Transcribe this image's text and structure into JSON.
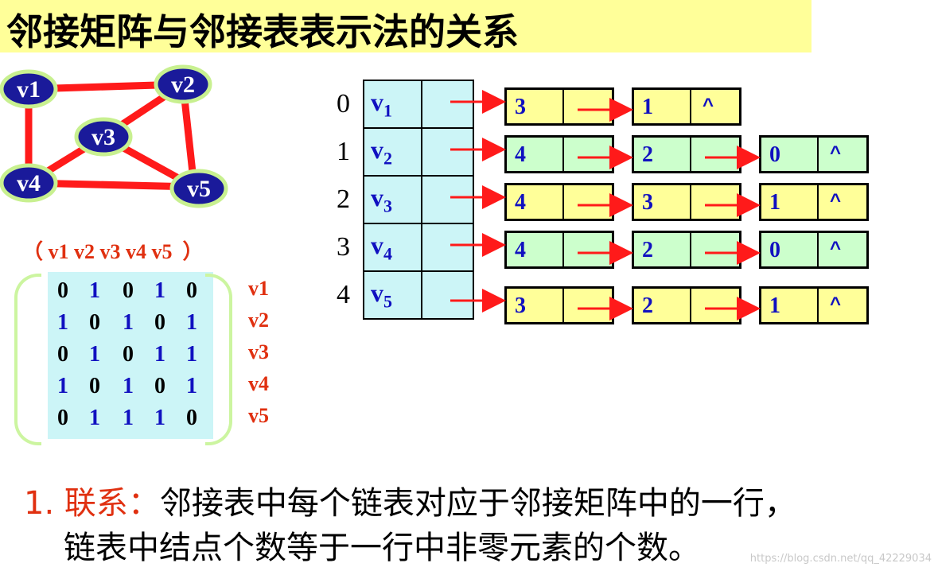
{
  "title": "邻接矩阵与邻接表表示法的关系",
  "graph": {
    "vertices": [
      "v1",
      "v2",
      "v3",
      "v4",
      "v5"
    ]
  },
  "matrix": {
    "column_header": "（ v1 v2 v3 v4 v5  ）",
    "row_labels": [
      "v1",
      "v2",
      "v3",
      "v4",
      "v5"
    ],
    "rows": [
      [
        "0",
        "1",
        "0",
        "1",
        "0"
      ],
      [
        "1",
        "0",
        "1",
        "0",
        "1"
      ],
      [
        "0",
        "1",
        "0",
        "1",
        "1"
      ],
      [
        "1",
        "0",
        "1",
        "0",
        "1"
      ],
      [
        "0",
        "1",
        "1",
        "1",
        "0"
      ]
    ]
  },
  "adjacency_list": {
    "indices": [
      "0",
      "1",
      "2",
      "3",
      "4"
    ],
    "vertex_letter": "v",
    "vertex_subscripts": [
      "1",
      "2",
      "3",
      "4",
      "5"
    ],
    "chains": [
      [
        "3",
        "1"
      ],
      [
        "4",
        "2",
        "0"
      ],
      [
        "4",
        "3",
        "1"
      ],
      [
        "4",
        "2",
        "0"
      ],
      [
        "3",
        "2",
        "1"
      ]
    ],
    "null_symbol": "^"
  },
  "note": {
    "number": "1.",
    "label": "联系：",
    "line1": "邻接表中每个链表对应于邻接矩阵中的一行，",
    "line2": "链表中结点个数等于一行中非零元素的个数。"
  },
  "watermark": "https://blog.csdn.net/qq_42229034",
  "colors": {
    "title_bg": "#ffff99",
    "edge": "#ff1a1a",
    "vertex_fill": "#1a1a9a",
    "vertex_ring": "#c8f090",
    "label_red": "#e03010",
    "value_blue": "#1010c0",
    "matrix_bg": "#ccf5f7",
    "node_yellow": "#ffff99",
    "node_green": "#ccffcc"
  }
}
